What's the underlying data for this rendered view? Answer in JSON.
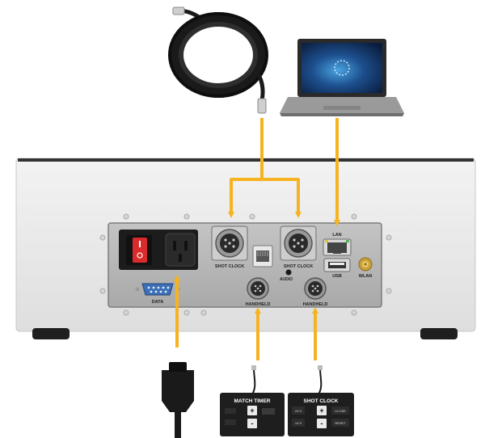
{
  "panel": {
    "labels": {
      "shot_clock_1": "SHOT CLOCK",
      "shot_clock_2": "SHOT CLOCK",
      "audio": "AUDIO",
      "lan": "LAN",
      "usb": "USB",
      "wlan": "WLAN",
      "data": "DATA",
      "handheld_1": "HANDHELD",
      "handheld_2": "HANDHELD"
    }
  },
  "controllers": {
    "match_timer": {
      "title": "MATCH TIMER",
      "plus": "+",
      "minus": "-"
    },
    "shot_clock": {
      "title": "SHOT CLOCK",
      "plus": "+",
      "minus": "-",
      "left_top": "24 S",
      "left_bottom": "14 S",
      "right_top": "CLOSE",
      "right_bottom": "RESET"
    }
  },
  "colors": {
    "arrow": "#f6b321",
    "enclosure": "#e9e9e9",
    "panel": "#b9b9b9",
    "switch_red": "#d92b2b",
    "cable": "#1a1a1a"
  },
  "icons": [
    "power-plug-icon",
    "laptop-icon",
    "cable-coil-icon",
    "connector-icon",
    "antenna-icon"
  ]
}
